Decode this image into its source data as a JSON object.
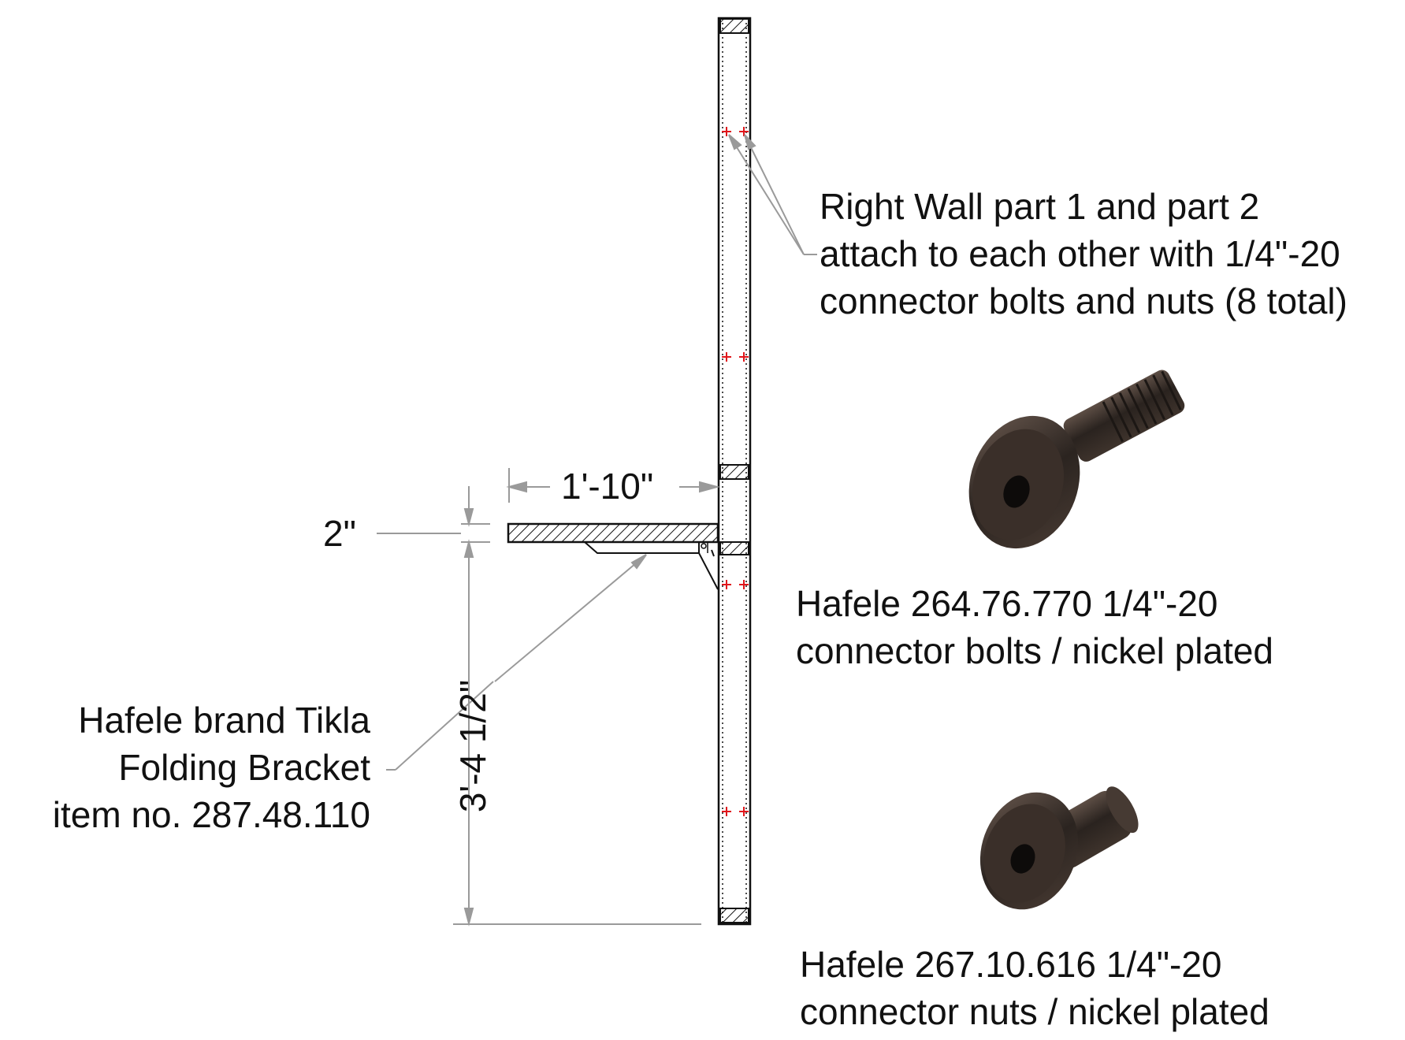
{
  "colors": {
    "line": "#111111",
    "leader": "#9a9a9a",
    "marker": "#e0161b",
    "hardware": "#2b2420"
  },
  "dimensions": {
    "width": "1'-10\"",
    "thickness": "2\"",
    "height": "3'-4 1/2\""
  },
  "notes": {
    "right_wall": [
      "Right Wall part 1 and part 2",
      "attach to each other with 1/4\"-20",
      "connector bolts and nuts (8 total)"
    ],
    "bracket": [
      "Hafele brand Tikla",
      "Folding Bracket",
      "item no. 287.48.110"
    ],
    "bolt": [
      "Hafele 264.76.770 1/4\"-20",
      "connector bolts / nickel plated"
    ],
    "nut": [
      "Hafele 267.10.616 1/4\"-20",
      "connector nuts / nickel plated"
    ]
  },
  "hardware_images": [
    "connector-bolt-photo",
    "connector-nut-photo"
  ]
}
